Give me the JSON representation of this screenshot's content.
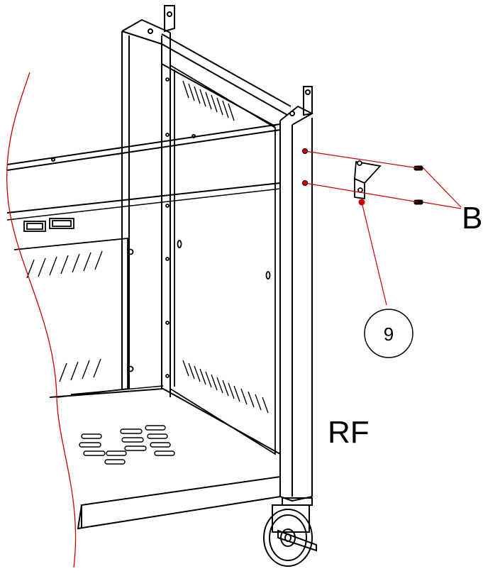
{
  "diagram": {
    "part_number": "9",
    "screw_label": "B",
    "position_label": "RF"
  },
  "colors": {
    "line": "#000000",
    "callout": "#cc0000",
    "background": "#ffffff"
  }
}
